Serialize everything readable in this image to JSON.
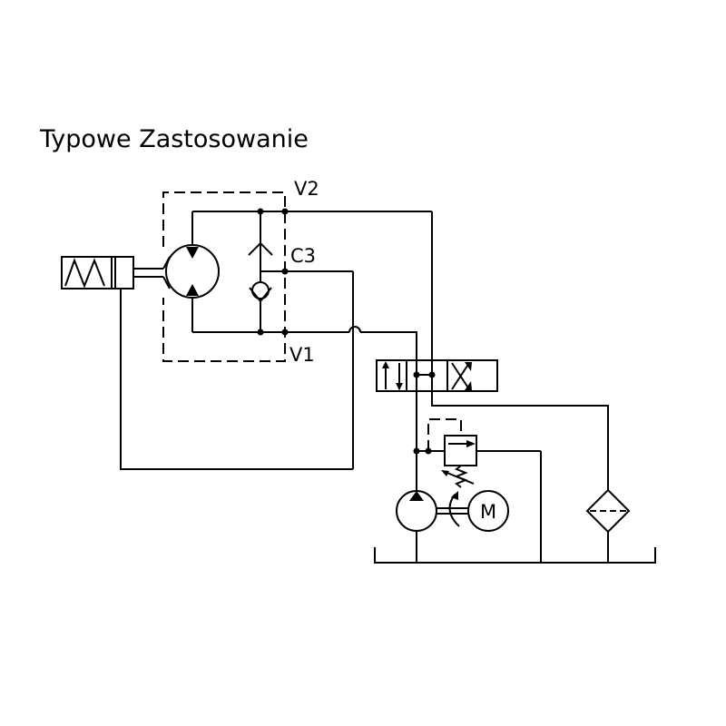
{
  "title": "Typowe Zastosowanie",
  "ports": {
    "v2": "V2",
    "c3": "C3",
    "v1": "V1"
  },
  "motor_label": "M"
}
